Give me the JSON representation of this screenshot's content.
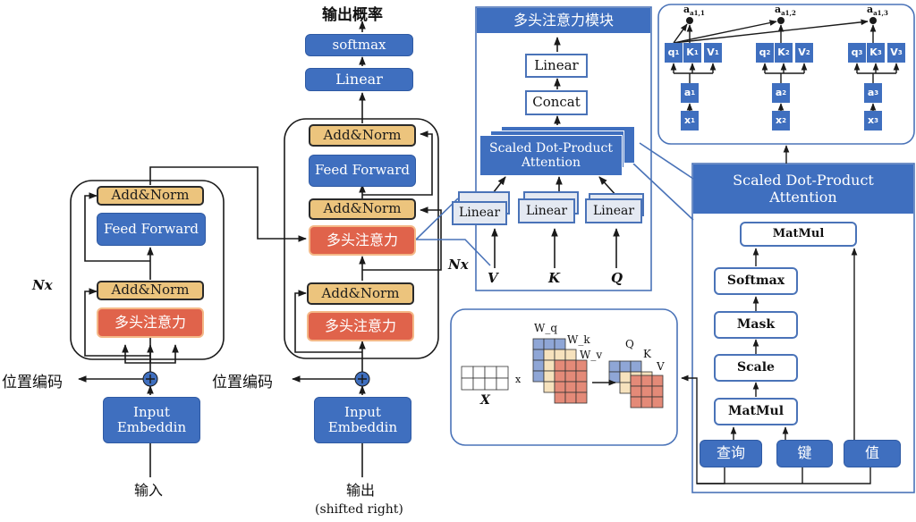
{
  "encoder": {
    "add_norm_top": "Add&Norm",
    "feed_forward": "Feed Forward",
    "add_norm_bottom": "Add&Norm",
    "multi_head": "多头注意力",
    "nx": "Nx",
    "positional_encoding": "位置编码",
    "input_embedding": [
      "Input",
      "Embeddin"
    ],
    "input_label": "输入"
  },
  "decoder": {
    "output_probs": "输出概率",
    "softmax": "softmax",
    "linear": "Linear",
    "add_norm_top": "Add&Norm",
    "feed_forward": "Feed Forward",
    "add_norm_mid": "Add&Norm",
    "multi_head_cross": "多头注意力",
    "add_norm_bottom": "Add&Norm",
    "multi_head_masked": "多头注意力",
    "nx": "Nx",
    "positional_encoding": "位置编码",
    "output_embedding": [
      "Input",
      "Embeddin"
    ],
    "output_label": "输出",
    "output_sublabel": "(shifted right)"
  },
  "mha_module": {
    "title": "多头注意力模块",
    "linear": "Linear",
    "concat": "Concat",
    "sdpa": [
      "Scaled Dot-Product",
      "Attention"
    ],
    "linears": [
      "Linear",
      "Linear",
      "Linear"
    ],
    "inputs": [
      "V",
      "K",
      "Q"
    ]
  },
  "self_attention_detail": {
    "scores": [
      "a1,1",
      "a1,2",
      "a1,3"
    ],
    "groups": [
      {
        "q": "q",
        "k": "K",
        "v": "V",
        "a": "a",
        "x": "x",
        "idx": "1"
      },
      {
        "q": "q",
        "k": "K",
        "v": "V",
        "a": "a",
        "x": "x",
        "idx": "2"
      },
      {
        "q": "q",
        "k": "K",
        "v": "V",
        "a": "a",
        "x": "x",
        "idx": "3"
      }
    ]
  },
  "sdpa_module": {
    "title": [
      "Scaled Dot-Product",
      "Attention"
    ],
    "matmul_top": "MatMul",
    "softmax": "Softmax",
    "mask": "Mask",
    "scale": "Scale",
    "matmul_bottom": "MatMul",
    "query": "查询",
    "key": "键",
    "value": "值"
  },
  "qkv_projection": {
    "x_label": "X",
    "times": "x",
    "wq": "W_q",
    "wk": "W_k",
    "wv": "W_v",
    "q": "Q",
    "k": "K",
    "v": "V"
  },
  "colors": {
    "block_blue": "#3f6fbf",
    "add_norm": "#ecc47d",
    "attention_red": "#e0634b",
    "frame_blue": "#4a73b8",
    "matrix_blue": "#8fa6d6",
    "matrix_cream": "#f6e2bd",
    "matrix_red": "#e48a78"
  }
}
